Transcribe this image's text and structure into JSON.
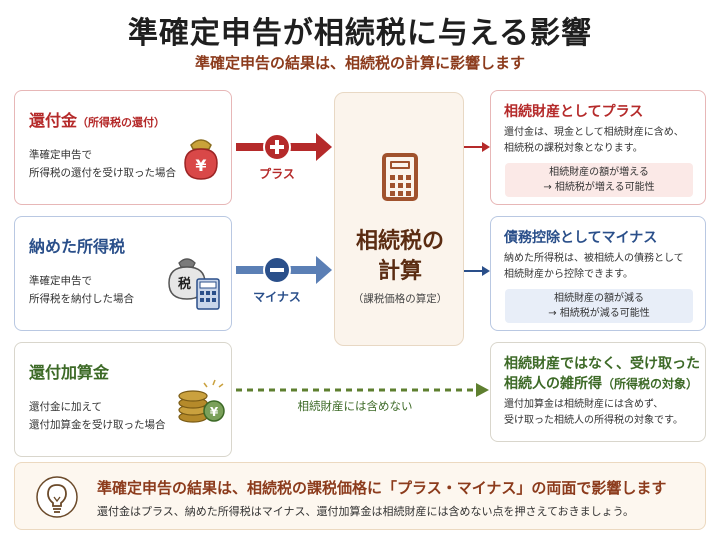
{
  "header": {
    "title": "準確定申告が相続税に与える影響",
    "subtitle": "準確定申告の結果は、相続税の計算に影響します"
  },
  "left_cards": [
    {
      "title": "還付金",
      "title_note": "（所得税の還付）",
      "desc": "準確定申告で\n所得税の還付を受け取った場合",
      "icon": "money-bag-yen-icon"
    },
    {
      "title": "納めた所得税",
      "desc": "準確定申告で\n所得税を納付した場合",
      "icon": "tax-bag-calculator-icon",
      "icon_text": "税"
    },
    {
      "title": "還付加算金",
      "desc": "還付金に加えて\n還付加算金を受け取った場合",
      "icon": "coin-stack-icon"
    }
  ],
  "arrows": {
    "plus_label": "プラス",
    "minus_label": "マイナス",
    "excluded_label": "相続財産には含めない"
  },
  "center": {
    "line1": "相続税の",
    "line2": "計算",
    "sub": "（課税価格の算定）"
  },
  "right_cards": [
    {
      "title": "相続財産としてプラス",
      "desc": "還付金は、現金として相続財産に含め、\n相続税の課税対象となります。",
      "note": "相続財産の額が増える\n→ 相続税が増える可能性"
    },
    {
      "title": "債務控除としてマイナス",
      "desc": "納めた所得税は、被相続人の債務として\n相続財産から控除できます。",
      "note": "相続財産の額が減る\n→ 相続税が減る可能性"
    },
    {
      "title_line1": "相続財産ではなく、受け取った",
      "title_line2": "相続人の雑所得",
      "title_note": "（所得税の対象）",
      "desc": "還付加算金は相続財産には含めず、\n受け取った相続人の所得税の対象です。"
    }
  ],
  "bottom": {
    "title": "準確定申告の結果は、相続税の課税価格に「プラス・マイナス」の両面で影響します",
    "desc": "還付金はプラス、納めた所得税はマイナス、還付加算金は相続財産には含めない点を押さえておきましょう。"
  },
  "colors": {
    "red": "#b52a2a",
    "blue": "#2a4f8a",
    "green": "#3d6a27",
    "brown": "#8c3b1c"
  }
}
